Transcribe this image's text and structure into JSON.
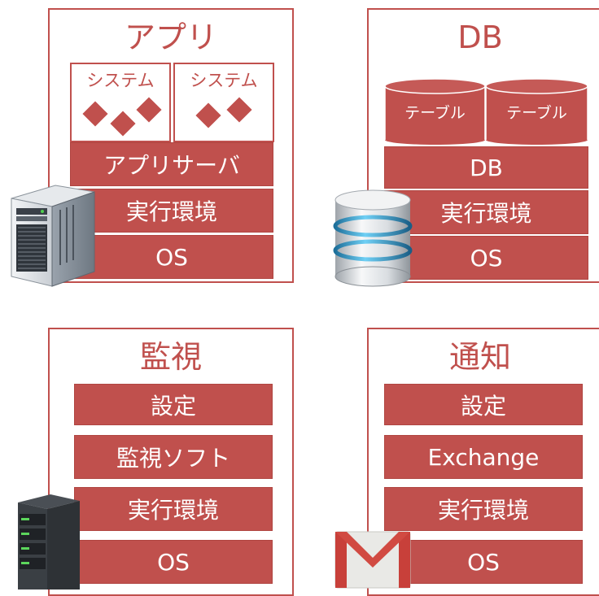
{
  "app": {
    "title": "アプリ",
    "systems": [
      "システム",
      "システム"
    ],
    "layers": [
      "アプリサーバ",
      "実行環境",
      "OS"
    ]
  },
  "db": {
    "title": "DB",
    "tables": [
      "テーブル",
      "テーブル"
    ],
    "layers": [
      "DB",
      "実行環境",
      "OS"
    ]
  },
  "monitor": {
    "title": "監視",
    "layers": [
      "設定",
      "監視ソフト",
      "実行環境",
      "OS"
    ]
  },
  "notify": {
    "title": "通知",
    "layers": [
      "設定",
      "Exchange",
      "実行環境",
      "OS"
    ]
  },
  "colors": {
    "accent": "#c0504d",
    "text_on_accent": "#ffffff"
  },
  "icons": [
    "server-tower-icon",
    "database-icon",
    "server-rack-icon",
    "gmail-icon"
  ]
}
